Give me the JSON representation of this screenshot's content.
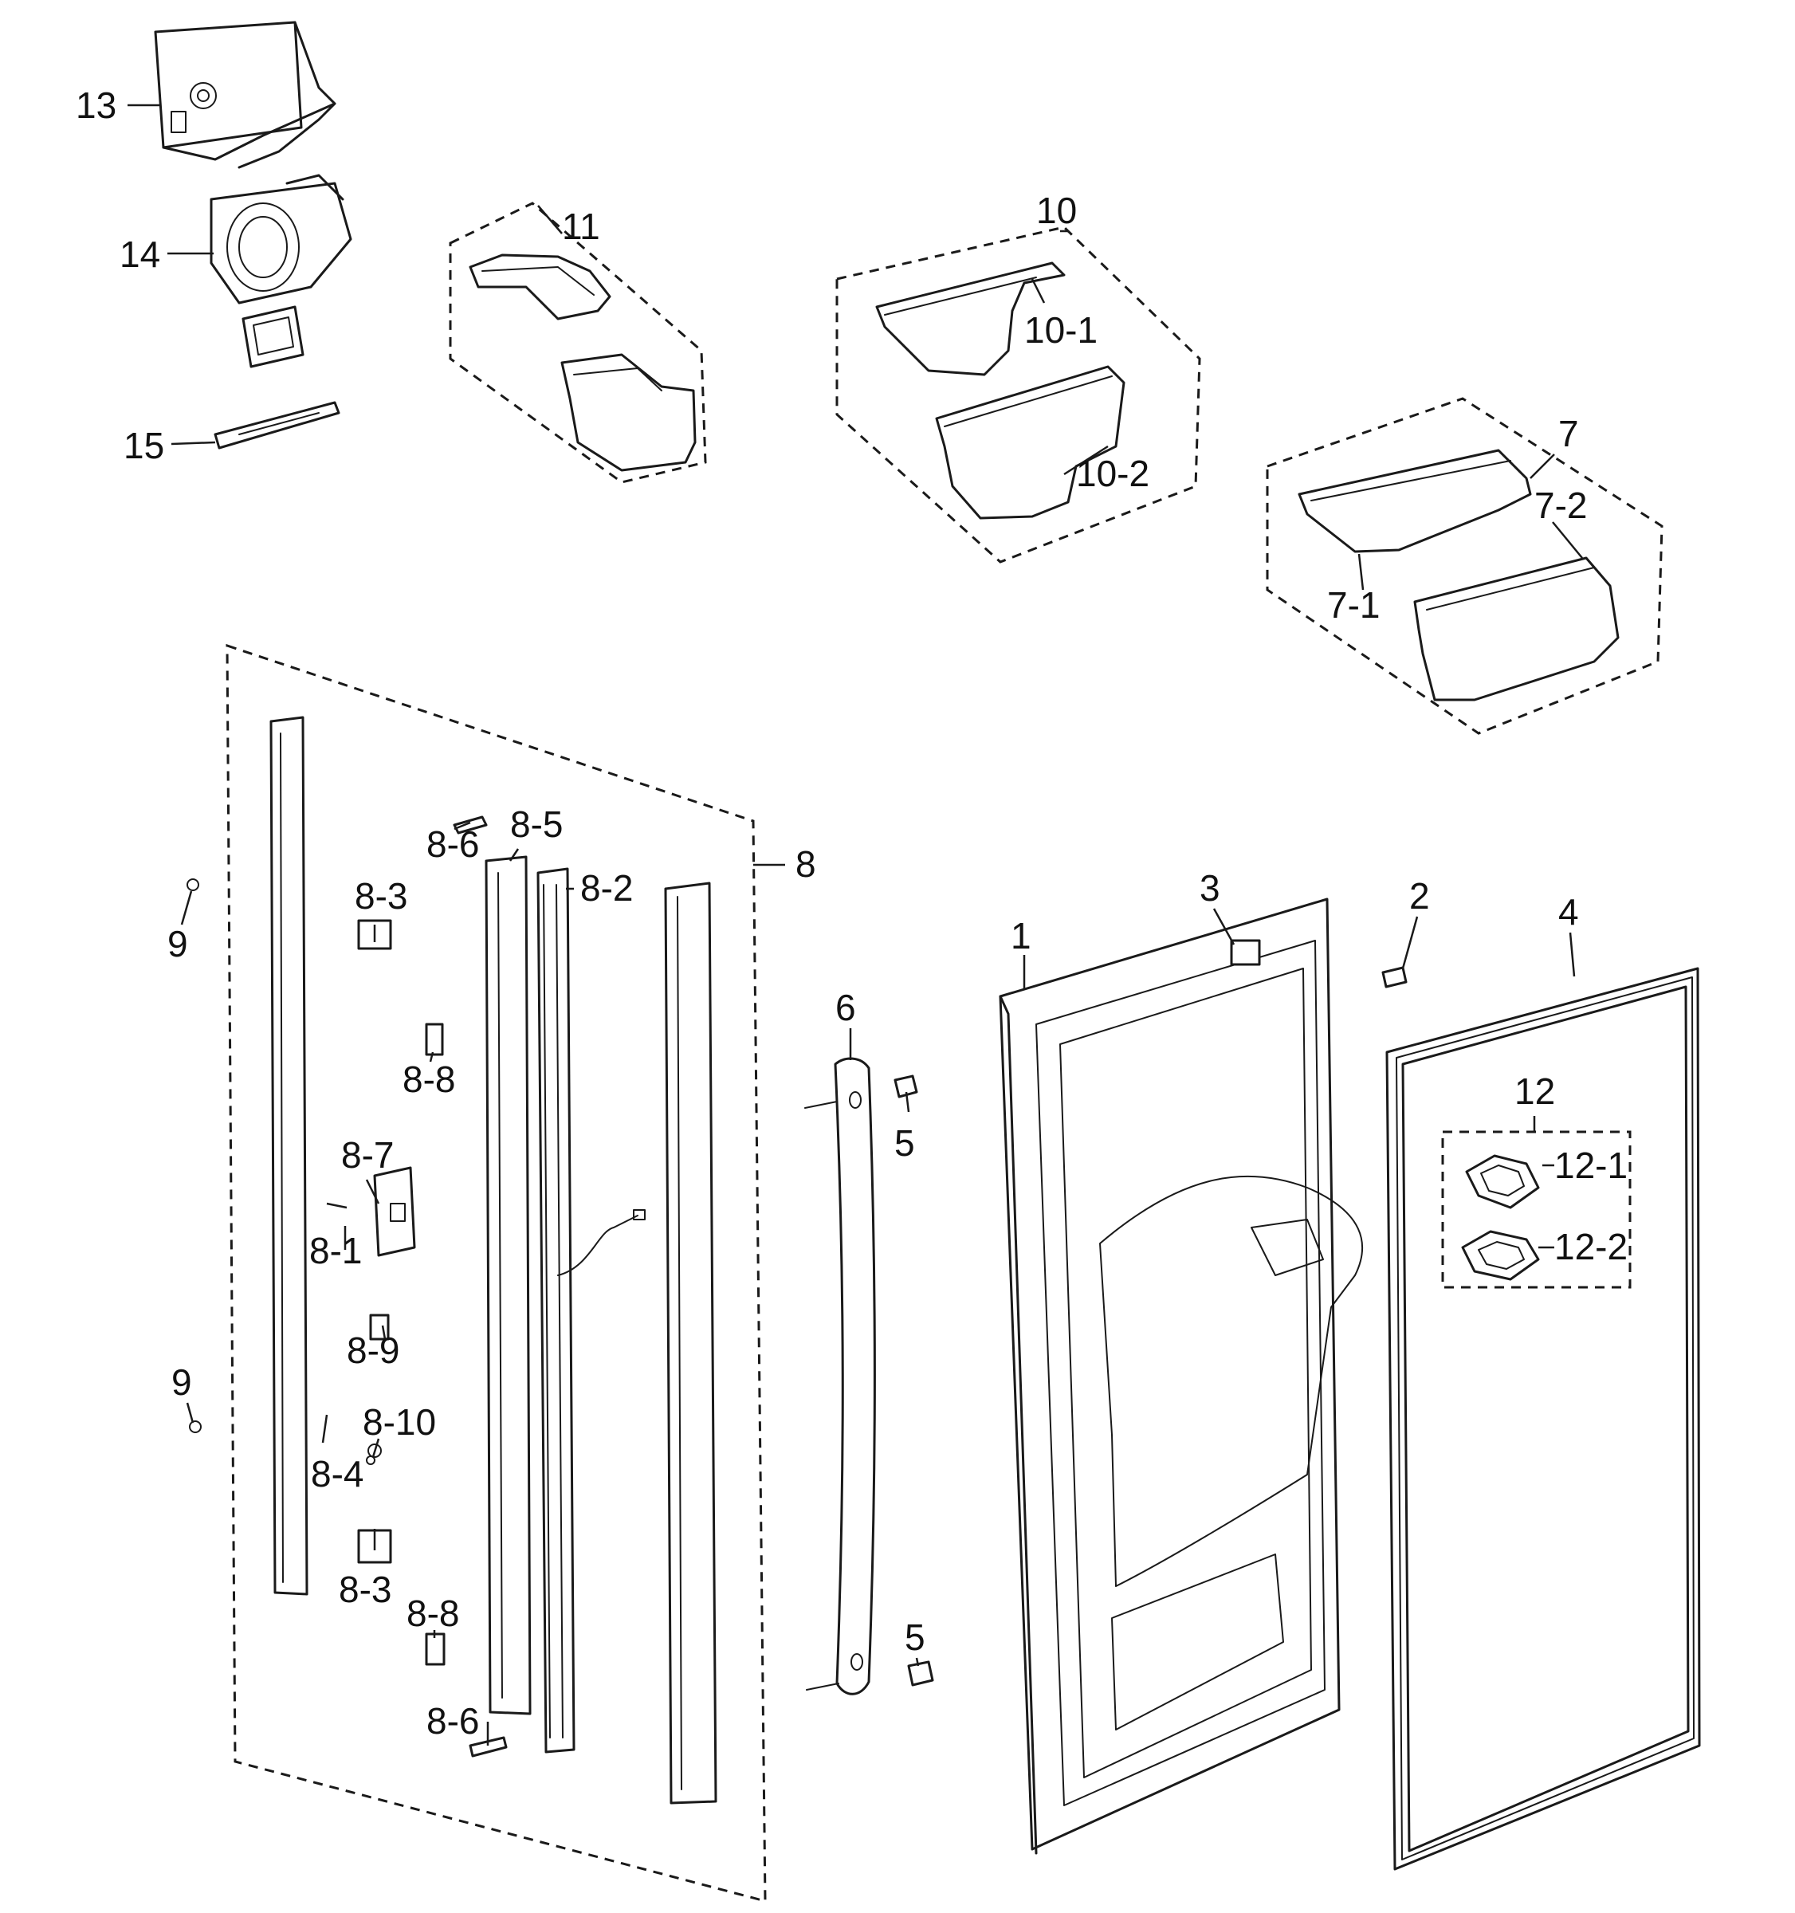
{
  "diagram": {
    "labels": {
      "p1": "1",
      "p2": "2",
      "p3": "3",
      "p4": "4",
      "p5a": "5",
      "p5b": "5",
      "p6": "6",
      "p7": "7",
      "p7_1": "7-1",
      "p7_2": "7-2",
      "p8": "8",
      "p8_1": "8-1",
      "p8_2": "8-2",
      "p8_3a": "8-3",
      "p8_3b": "8-3",
      "p8_4": "8-4",
      "p8_5": "8-5",
      "p8_6a": "8-6",
      "p8_6b": "8-6",
      "p8_7": "8-7",
      "p8_8a": "8-8",
      "p8_8b": "8-8",
      "p8_9": "8-9",
      "p8_10": "8-10",
      "p9a": "9",
      "p9b": "9",
      "p10": "10",
      "p10_1": "10-1",
      "p10_2": "10-2",
      "p11": "11",
      "p12": "12",
      "p12_1": "12-1",
      "p12_2": "12-2",
      "p13": "13",
      "p14": "14",
      "p15": "15"
    }
  }
}
